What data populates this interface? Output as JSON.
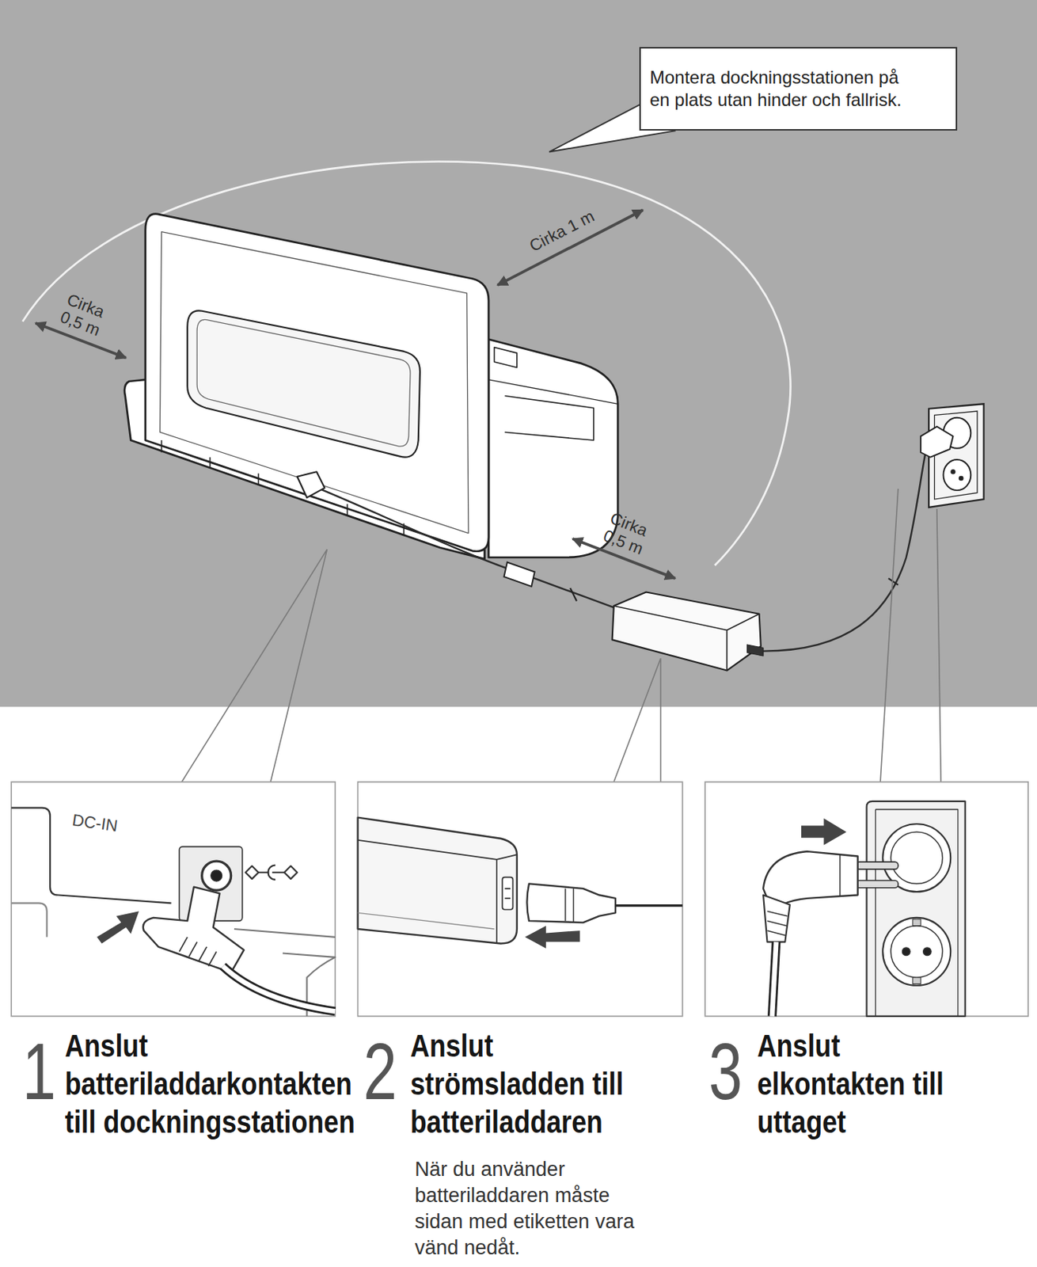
{
  "diagram": {
    "nodes": [
      {
        "text": [
          "Montera dockningsstationen på en plats utan hinder och fallrisk."
        ]
      }
    ],
    "labels": [
      "Cirka 0,5 m",
      "Cirka 1 m",
      "Cirka 0,5 m",
      "DC-IN",
      "1",
      "Anslut batteriladdarkontakten till dockningsstationen",
      "2",
      "Anslut strömsladden till batteriladdaren",
      "När du använder batteriladdaren måste sidan med etiketten vara vänd nedåt.",
      "3",
      "Anslut elkontakten till uttaget"
    ]
  }
}
